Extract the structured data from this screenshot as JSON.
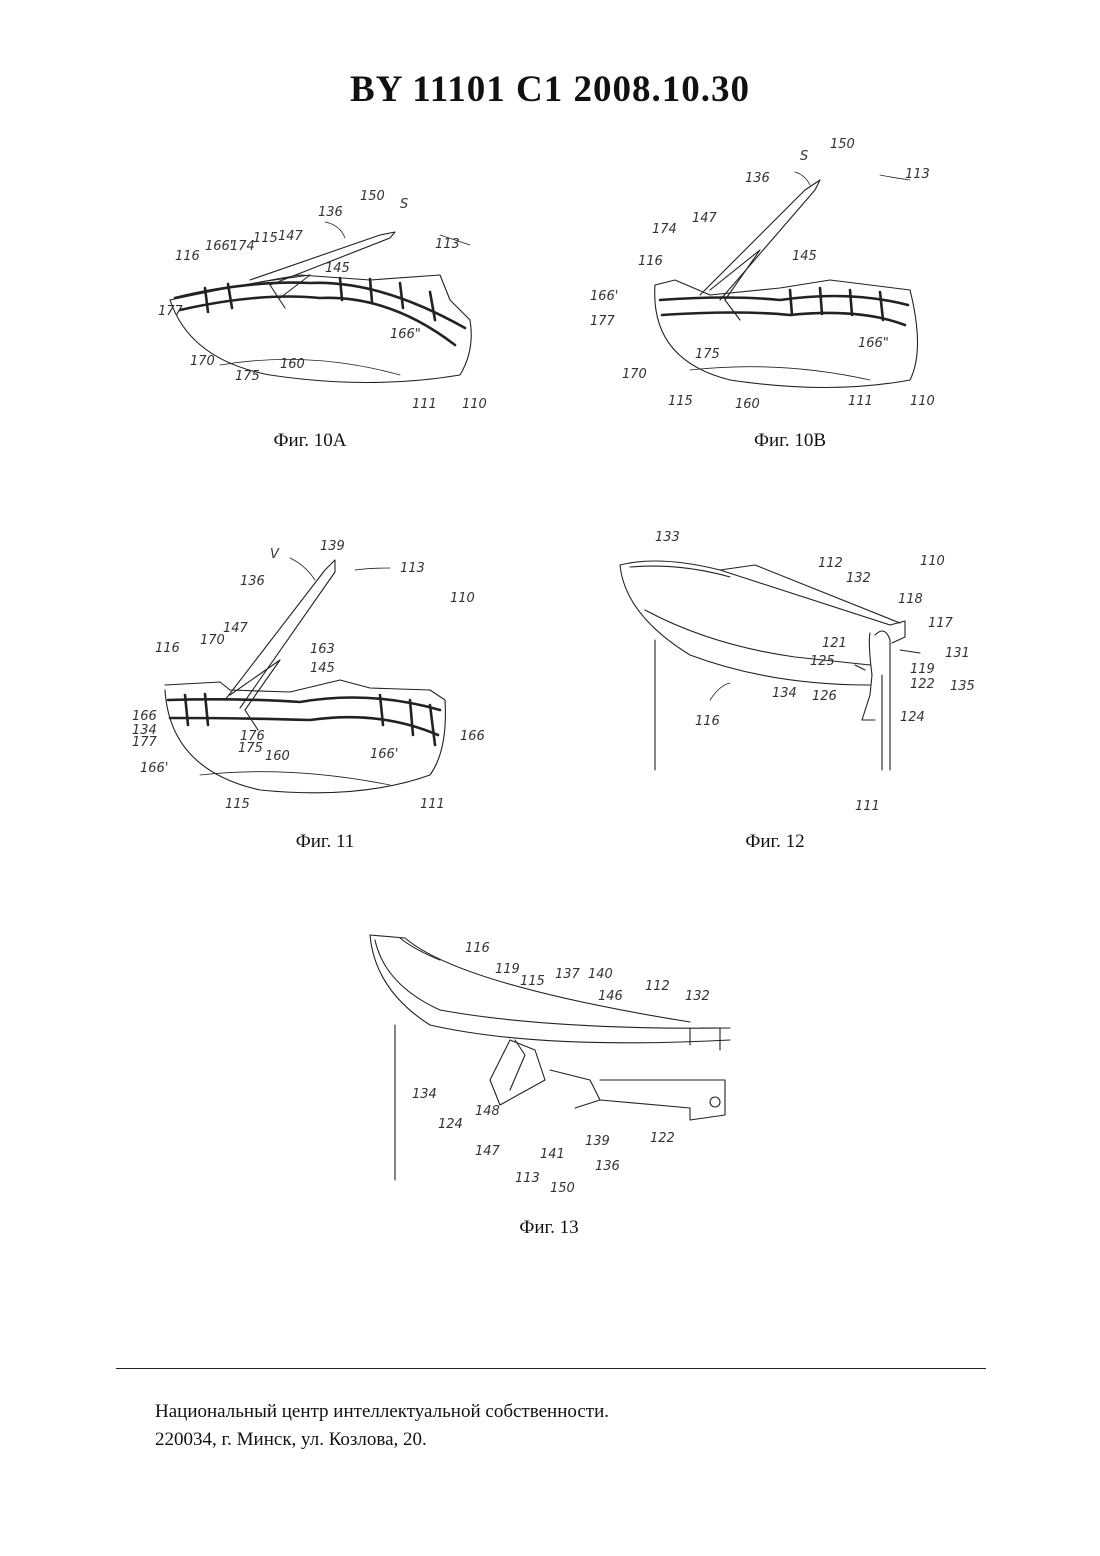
{
  "header": {
    "title": "BY  11101  C1  2008.10.30"
  },
  "figures": {
    "fig10a": {
      "caption": "Фиг. 10A",
      "labels": [
        "136",
        "150",
        "S",
        "116",
        "166'",
        "174",
        "115",
        "147",
        "113",
        "145",
        "177",
        "166\"",
        "170",
        "160",
        "175",
        "111",
        "110"
      ]
    },
    "fig10b": {
      "caption": "Фиг. 10B",
      "labels": [
        "S",
        "150",
        "136",
        "113",
        "174",
        "147",
        "116",
        "145",
        "166'",
        "177",
        "175",
        "166\"",
        "170",
        "115",
        "160",
        "111",
        "110"
      ]
    },
    "fig11": {
      "caption": "Фиг. 11",
      "labels": [
        "V",
        "139",
        "113",
        "136",
        "110",
        "116",
        "170",
        "147",
        "163",
        "145",
        "166",
        "134",
        "177",
        "176",
        "175",
        "160",
        "166'",
        "166",
        "166'",
        "115",
        "111"
      ]
    },
    "fig12": {
      "caption": "Фиг. 12",
      "labels": [
        "133",
        "112",
        "132",
        "110",
        "118",
        "117",
        "121",
        "125",
        "131",
        "119",
        "122",
        "135",
        "134",
        "126",
        "124",
        "116",
        "111"
      ]
    },
    "fig13": {
      "caption": "Фиг. 13",
      "labels": [
        "116",
        "119",
        "115",
        "137",
        "140",
        "112",
        "132",
        "146",
        "134",
        "148",
        "124",
        "147",
        "141",
        "139",
        "122",
        "136",
        "113",
        "150"
      ]
    }
  },
  "footer": {
    "line1": "Национальный центр интеллектуальной собственности.",
    "line2": "220034, г. Минск, ул. Козлова, 20."
  }
}
